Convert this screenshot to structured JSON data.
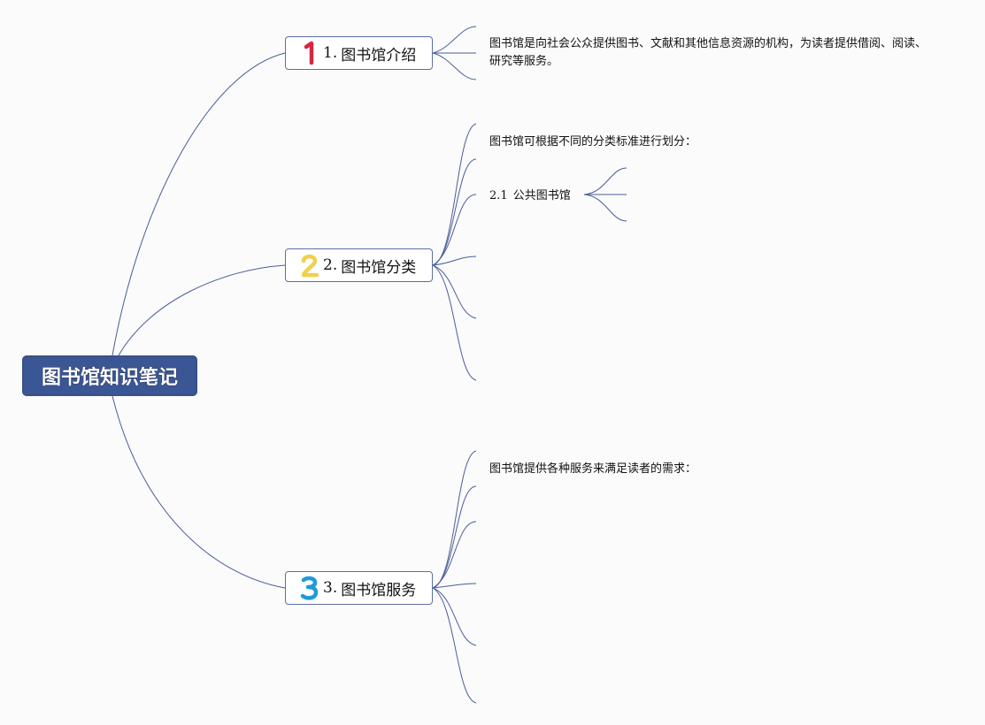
{
  "root": {
    "label": "图书馆知识笔记"
  },
  "branches": [
    {
      "number": "1.",
      "label": "图书馆介绍",
      "icon": "number-1-icon",
      "icon_color": "#d7263d",
      "note": "图书馆是向社会公众提供图书、文献和其他信息资源的机构，为读者提供借阅、阅读、研究等服务。"
    },
    {
      "number": "2.",
      "label": "图书馆分类",
      "icon": "number-2-icon",
      "icon_color": "#f2d04b",
      "note": "图书馆可根据不同的分类标准进行划分：",
      "sub": {
        "number": "2.1",
        "label": "公共图书馆"
      }
    },
    {
      "number": "3.",
      "label": "图书馆服务",
      "icon": "number-3-icon",
      "icon_color": "#1e9bd7",
      "note": "图书馆提供各种服务来满足读者的需求："
    }
  ],
  "colors": {
    "root_bg": "#3b5694",
    "connector": "#4a5d99",
    "branch_border": "#5b6fa3",
    "background": "#fbfbfb"
  }
}
